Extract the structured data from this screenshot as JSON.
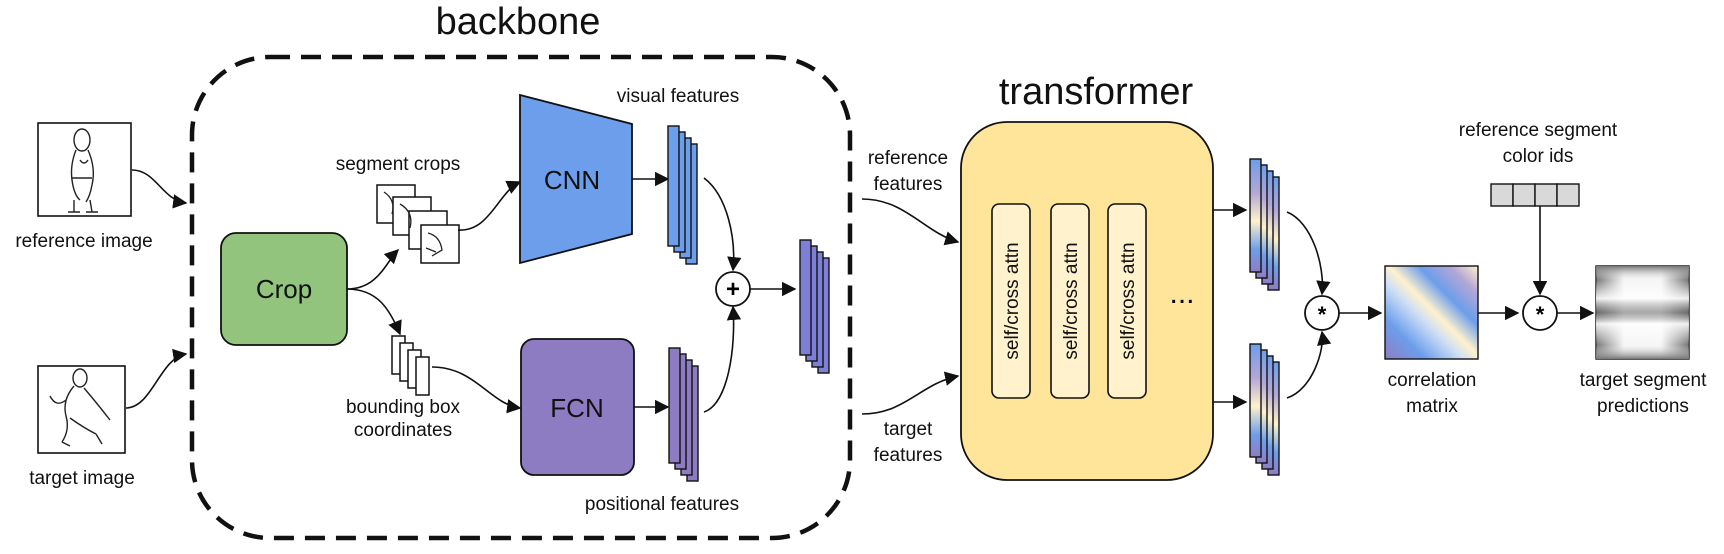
{
  "title_backbone": "backbone",
  "title_transformer": "transformer",
  "inputs": {
    "reference_image": "reference image",
    "target_image": "target image"
  },
  "backbone": {
    "crop": "Crop",
    "segment_crops": "segment crops",
    "bbox_line1": "bounding box",
    "bbox_line2": "coordinates",
    "cnn": "CNN",
    "fcn": "FCN",
    "visual_features": "visual features",
    "positional_features": "positional features",
    "plus": "+"
  },
  "transformer": {
    "reference_features_line1": "reference",
    "reference_features_line2": "features",
    "target_features_line1": "target",
    "target_features_line2": "features",
    "attn_blocks": [
      "self/cross attn",
      "self/cross attn",
      "self/cross attn"
    ],
    "ellipsis": "..."
  },
  "output": {
    "color_ids_line1": "reference segment",
    "color_ids_line2": "color ids",
    "color_id_cells": 4,
    "multiply": "*",
    "correlation_line1": "correlation",
    "correlation_line2": "matrix",
    "predictions_line1": "target segment",
    "predictions_line2": "predictions"
  },
  "colors": {
    "crop": "#93c47d",
    "cnn": "#6d9eeb",
    "fcn": "#8e7cc3",
    "transformer": "#ffe599",
    "attn_block": "#fff2cc",
    "visual_feature": "#6d9eeb",
    "positional_feature": "#8e7cc3",
    "combined_feature": "#7d7fd8",
    "color_id_cell": "#d9d9d9"
  }
}
